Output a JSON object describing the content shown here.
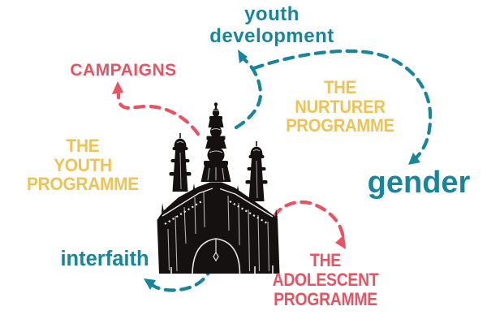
{
  "colors": {
    "teal": "#17859a",
    "red": "#ea5161",
    "yellow": "#edc355",
    "ink": "#151110",
    "bg": "#ffffff"
  },
  "illustration": {
    "name": "charminar-monument-ink-sketch"
  },
  "nodes": {
    "youth_development": {
      "lines": [
        "youth",
        "development"
      ],
      "color": "teal"
    },
    "campaigns": {
      "lines": [
        "CAMPAIGNS"
      ],
      "color": "red"
    },
    "nurturer_programme": {
      "lines": [
        "THE",
        "NURTURER",
        "PROGRAMME"
      ],
      "color": "yellow"
    },
    "gender": {
      "lines": [
        "gender"
      ],
      "color": "teal"
    },
    "youth_programme": {
      "lines": [
        "THE",
        "YOUTH",
        "PROGRAMME"
      ],
      "color": "yellow"
    },
    "interfaith": {
      "lines": [
        "interfaith"
      ],
      "color": "teal"
    },
    "adolescent_programme": {
      "lines": [
        "THE",
        "ADOLESCENT",
        "PROGRAMME"
      ],
      "color": "red"
    }
  },
  "connections": [
    {
      "from": "monument",
      "to": "campaigns",
      "style": "red-dashed-arrow"
    },
    {
      "from": "monument",
      "to": "youth_development",
      "style": "teal-dashed-arrow"
    },
    {
      "from": "monument",
      "to": "gender",
      "style": "teal-dashed-arrow"
    },
    {
      "from": "monument",
      "to": "adolescent_programme",
      "style": "red-dashed-arrow"
    },
    {
      "from": "monument",
      "to": "interfaith",
      "style": "teal-dashed-arrow"
    }
  ]
}
